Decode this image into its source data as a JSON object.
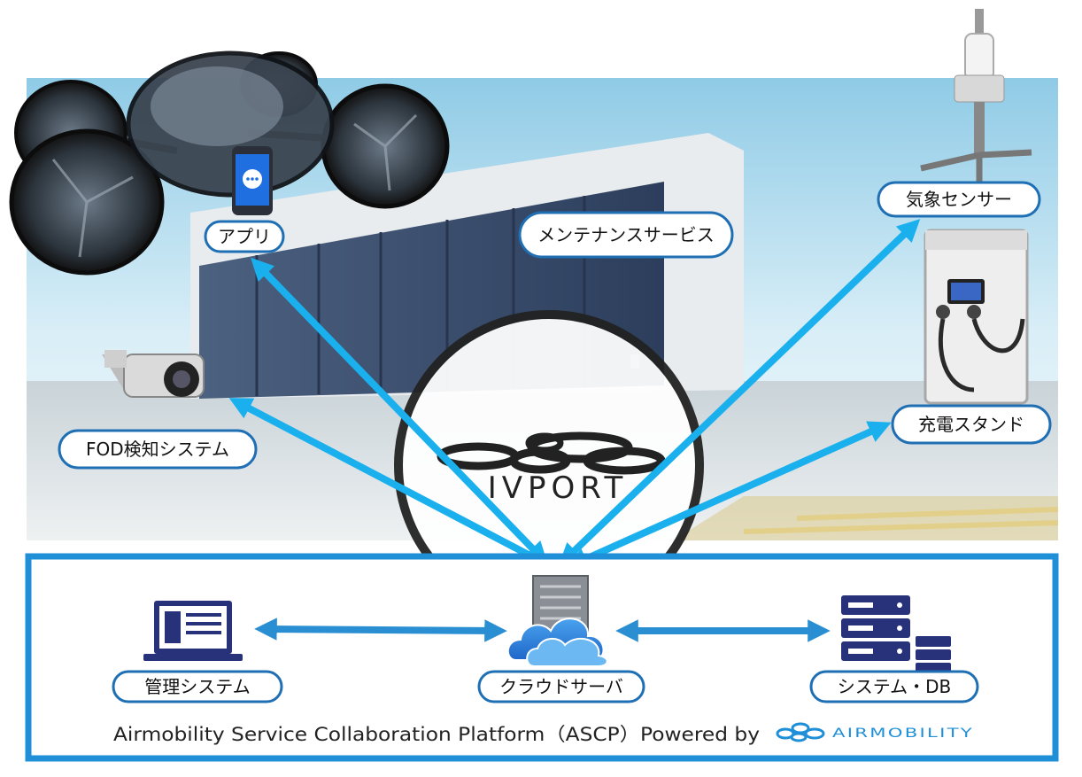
{
  "labels": {
    "app": "アプリ",
    "maintenance": "メンテナンスサービス",
    "weather": "気象センサー",
    "fod": "FOD検知システム",
    "charging": "充電スタンド",
    "management": "管理システム",
    "cloud": "クラウドサーバ",
    "system_db": "システム・DB"
  },
  "logo_text": "IVPORT",
  "platform": {
    "caption": "Airmobility Service Collaboration Platform（ASCP）Powered by",
    "brand": "AIRMOBILITY"
  },
  "colors": {
    "frame": "#1f8fd8",
    "arrow_light": "#1ab0ee",
    "arrow_dark": "#2a8fd2",
    "bubble_border": "#1f6fb5",
    "icon_navy": "#27327a"
  },
  "icons": [
    "phone-icon",
    "camera-icon",
    "weather-sensor-icon",
    "charger-icon",
    "laptop-icon",
    "server-cloud-icon",
    "database-icon",
    "drone-icon",
    "hangar-icon"
  ]
}
